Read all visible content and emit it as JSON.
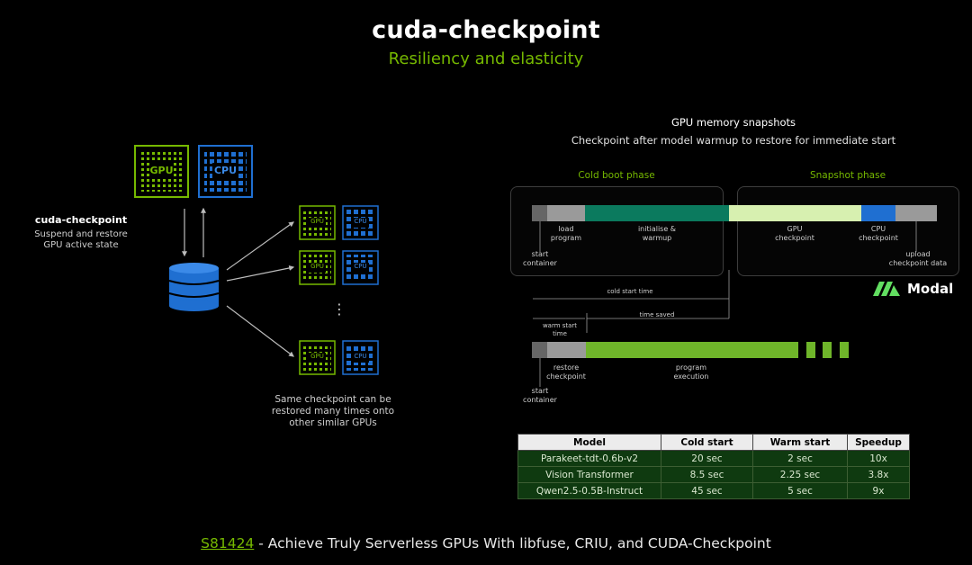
{
  "header": {
    "title": "cuda-checkpoint",
    "subtitle": "Resiliency and elasticity"
  },
  "left": {
    "gpu_label": "GPU",
    "cpu_label": "CPU",
    "desc_title": "cuda-checkpoint",
    "desc_line1": "Suspend and restore",
    "desc_line2": "GPU active state",
    "mini_gpu_label": "GPU",
    "mini_cpu_label": "CPU",
    "restore_line1": "Same checkpoint can be",
    "restore_line2": "restored many times onto",
    "restore_line3": "other similar GPUs",
    "ellipsis": "⋮"
  },
  "right": {
    "heading": "GPU memory snapshots",
    "subheading": "Checkpoint after model warmup to restore for immediate start",
    "cold_phase": "Cold boot phase",
    "snapshot_phase": "Snapshot phase",
    "labels": {
      "load_program": [
        "load",
        "program"
      ],
      "initialise": [
        "initialise &",
        "warmup"
      ],
      "gpu_checkpoint": [
        "GPU",
        "checkpoint"
      ],
      "cpu_checkpoint": [
        "CPU",
        "checkpoint"
      ],
      "start_container": [
        "start",
        "container"
      ],
      "upload_checkpoint": [
        "upload",
        "checkpoint data"
      ],
      "cold_start_time": "cold start time",
      "warm_start_time": [
        "warm start",
        "time"
      ],
      "time_saved": "time saved",
      "restore_checkpoint": [
        "restore",
        "checkpoint"
      ],
      "program_execution": [
        "program",
        "execution"
      ],
      "start_container2": [
        "start",
        "container"
      ]
    },
    "brand": "Modal"
  },
  "table": {
    "headers": [
      "Model",
      "Cold start",
      "Warm start",
      "Speedup"
    ],
    "rows": [
      [
        "Parakeet-tdt-0.6b-v2",
        "20 sec",
        "2 sec",
        "10x"
      ],
      [
        "Vision Transformer",
        "8.5 sec",
        "2.25 sec",
        "3.8x"
      ],
      [
        "Qwen2.5-0.5B-Instruct",
        "45 sec",
        "5 sec",
        "9x"
      ]
    ]
  },
  "footer": {
    "session_code": "S81424",
    "session_title": " - Achieve Truly Serverless GPUs With libfuse, CRIU, and CUDA-Checkpoint"
  },
  "colors": {
    "nvidia_green": "#76b900",
    "cpu_blue": "#1f6fd1",
    "teal": "#0b7a5e",
    "light_green": "#d7f0b0",
    "grey": "#8d8d8d",
    "exec_green": "#6fb52a"
  }
}
